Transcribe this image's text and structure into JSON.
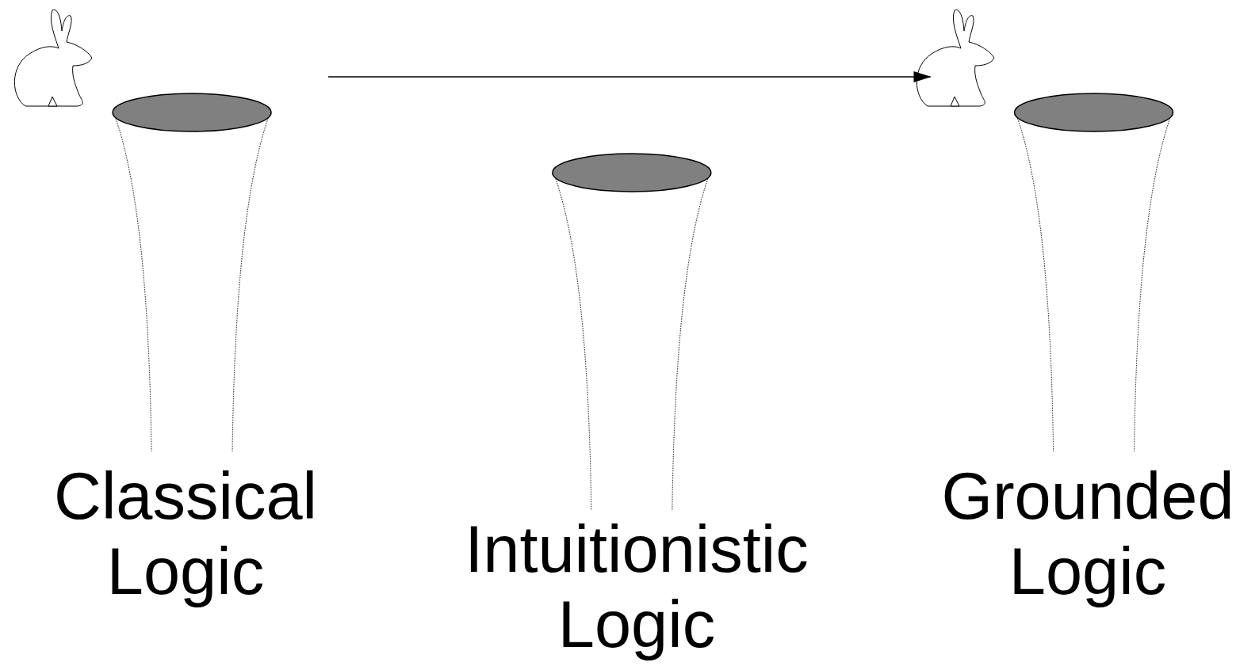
{
  "diagram": {
    "nodes": [
      {
        "text": [
          "Classical Logic"
        ]
      },
      {
        "text": [
          "Intuitionistic Logic"
        ]
      },
      {
        "text": [
          "Grounded Logic"
        ]
      }
    ],
    "edges": [
      {
        "from": 0,
        "to": 2,
        "arrow": "to"
      }
    ]
  }
}
